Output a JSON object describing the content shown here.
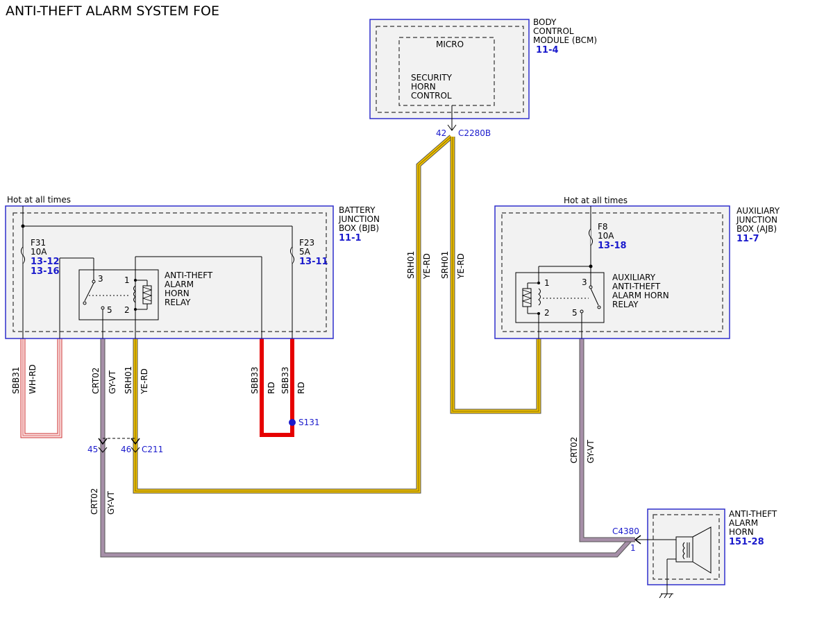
{
  "title": "ANTI-THEFT ALARM SYSTEM FOE",
  "colors": {
    "yellow": "#f0c000",
    "red": "#e60000",
    "purple": "#a68fa8",
    "pink": "#e8a0a0",
    "blue": "#1a1acc"
  },
  "bcm": {
    "name1": "BODY",
    "name2": "CONTROL",
    "name3": "MODULE (BCM)",
    "ref": "11-4",
    "micro": "MICRO",
    "ctrl1": "SECURITY",
    "ctrl2": "HORN",
    "ctrl3": "CONTROL",
    "pin": "42",
    "connector": "C2280B"
  },
  "bjb": {
    "hot": "Hot at all times",
    "name1": "BATTERY",
    "name2": "JUNCTION",
    "name3": "BOX (BJB)",
    "ref": "11-1",
    "f31_name": "F31",
    "f31_amp": "10A",
    "f31_ref1": "13-12",
    "f31_ref2": "13-16",
    "f23_name": "F23",
    "f23_amp": "5A",
    "f23_ref": "13-11",
    "relay1": "ANTI-THEFT",
    "relay2": "ALARM",
    "relay3": "HORN",
    "relay4": "RELAY",
    "pin1": "1",
    "pin2": "2",
    "pin3": "3",
    "pin5": "5"
  },
  "ajb": {
    "hot": "Hot at all times",
    "name1": "AUXILIARY",
    "name2": "JUNCTION",
    "name3": "BOX (AJB)",
    "ref": "11-7",
    "f8_name": "F8",
    "f8_amp": "10A",
    "f8_ref": "13-18",
    "relay1": "AUXILIARY",
    "relay2": "ANTI-THEFT",
    "relay3": "ALARM HORN",
    "relay4": "RELAY",
    "pin1": "1",
    "pin2": "2",
    "pin3": "3",
    "pin5": "5"
  },
  "horn": {
    "name1": "ANTI-THEFT",
    "name2": "ALARM",
    "name3": "HORN",
    "ref": "151-28",
    "connector": "C4380",
    "pin": "1"
  },
  "wires": {
    "sbb31": "SBB31",
    "wh_rd": "WH-RD",
    "crt02": "CRT02",
    "gy_vt": "GY-VT",
    "srh01": "SRH01",
    "ye_rd": "YE-RD",
    "sbb33": "SBB33",
    "rd": "RD"
  },
  "c211": {
    "pin45": "45",
    "pin46": "46",
    "connector": "C211"
  },
  "splice": "S131"
}
